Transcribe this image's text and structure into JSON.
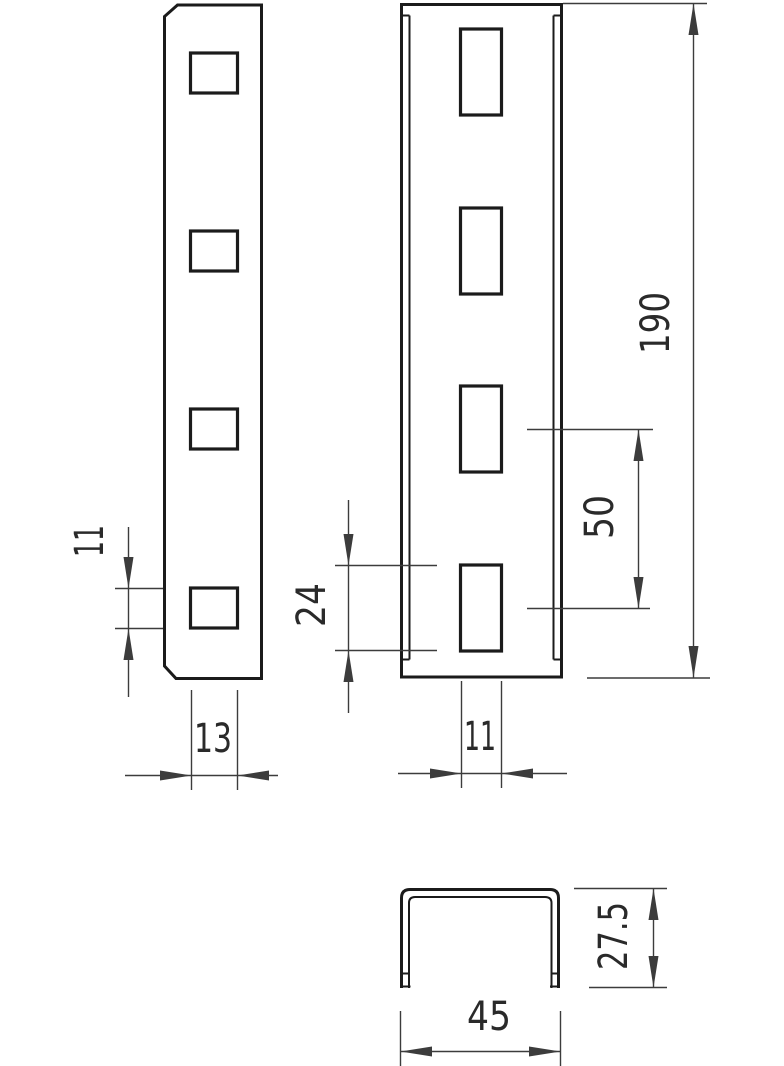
{
  "drawing": {
    "colors": {
      "line": "#1b1b1b",
      "dim_line": "#3c3c3c",
      "text": "#2a2a2a",
      "background": "#ffffff"
    },
    "side_view": {
      "dim_hole_height": "11",
      "dim_hole_width": "13"
    },
    "front_view": {
      "dim_slot_length": "24",
      "dim_slot_pitch": "50",
      "dim_total_length": "190",
      "dim_slot_width": "11"
    },
    "section_view": {
      "dim_profile_height": "27.5",
      "dim_profile_width": "45"
    }
  }
}
